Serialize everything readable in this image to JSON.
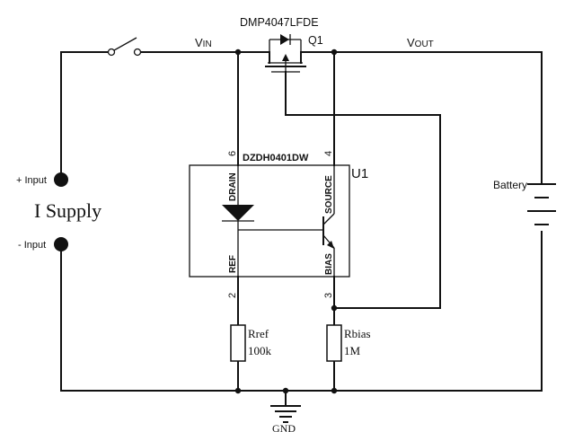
{
  "labels": {
    "q1_part": "DMP4047LFDE",
    "q1_ref": "Q1",
    "vin_main": "V",
    "vin_sub": "IN",
    "vout_main": "V",
    "vout_sub": "OUT",
    "u1_part": "DZDH0401DW",
    "u1_ref": "U1",
    "pin_6": "6",
    "pin_4": "4",
    "pin_2": "2",
    "pin_3": "3",
    "pin_drain": "DRAIN",
    "pin_source": "SOURCE",
    "pin_ref": "REF",
    "pin_bias": "BIAS",
    "plus_input": "+ Input",
    "minus_input": "- Input",
    "supply": "I Supply",
    "battery": "Battery",
    "rref_name": "Rref",
    "rref_value": "100k",
    "rbias_name": "Rbias",
    "rbias_value": "1M",
    "gnd": "GND"
  }
}
